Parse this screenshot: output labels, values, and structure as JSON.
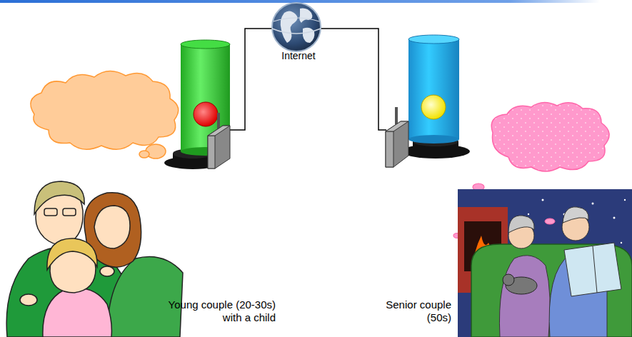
{
  "diagram": {
    "labels": [
      "Internet",
      "Young couple (20-30s) with a child",
      "Senior couple (50s)"
    ]
  }
}
